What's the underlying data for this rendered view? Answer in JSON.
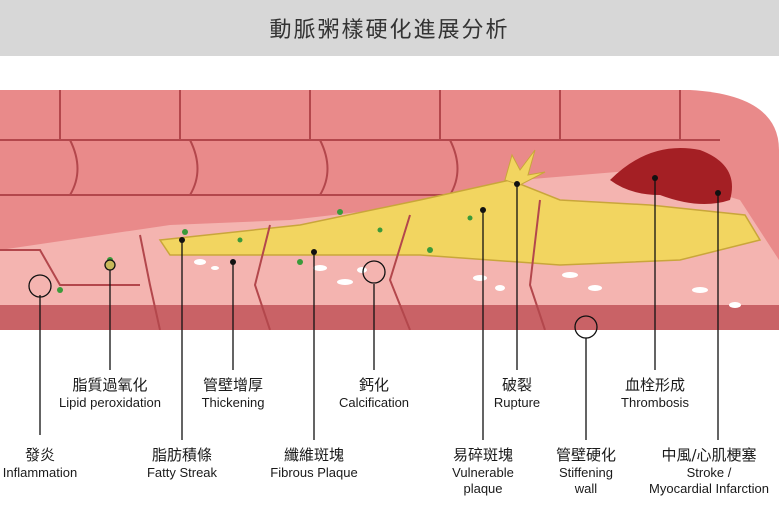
{
  "title": "動脈粥樣硬化進展分析",
  "colors": {
    "vessel_wall": "#e98a8a",
    "wall_dark": "#b3474c",
    "intima": "#f4b4b0",
    "lumen": "#f6cfcb",
    "plaque": "#f2d560",
    "calcium": "#ffffff",
    "thrombus": "#a41f24",
    "title_bg": "#d7d7d7"
  },
  "stages": [
    {
      "key": "inflammation",
      "zh": "發炎",
      "en": "Inflammation"
    },
    {
      "key": "lipid",
      "zh": "脂質過氧化",
      "en": "Lipid peroxidation"
    },
    {
      "key": "fatty",
      "zh": "脂肪積條",
      "en": "Fatty Streak"
    },
    {
      "key": "thickening",
      "zh": "管壁增厚",
      "en": "Thickening"
    },
    {
      "key": "fibrous",
      "zh": "纖維斑塊",
      "en": "Fibrous Plaque"
    },
    {
      "key": "calcification",
      "zh": "鈣化",
      "en": "Calcification"
    },
    {
      "key": "vulnerable",
      "zh": "易碎斑塊",
      "en": "Vulnerable plaque",
      "en2": "plaque",
      "en1": "Vulnerable"
    },
    {
      "key": "rupture",
      "zh": "破裂",
      "en": "Rupture"
    },
    {
      "key": "stiffening",
      "zh": "管壁硬化",
      "en1": "Stiffening",
      "en2": "wall"
    },
    {
      "key": "thrombosis",
      "zh": "血栓形成",
      "en": "Thrombosis"
    },
    {
      "key": "stroke",
      "zh": "中風/心肌梗塞",
      "en1": "Stroke /",
      "en2": "Myocardial Infarction"
    }
  ]
}
